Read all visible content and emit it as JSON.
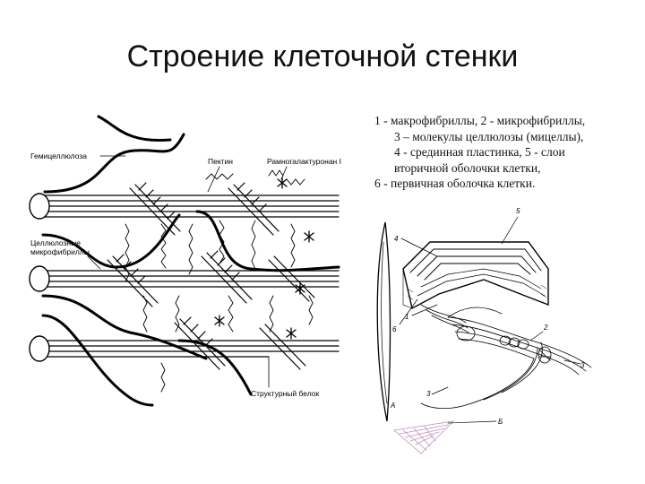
{
  "slide": {
    "title": "Строение клеточной стенки"
  },
  "caption": {
    "lines": [
      "1 - макрофибриллы, 2 - микрофибриллы,",
      "3 – молекулы целлюлозы (мицеллы),",
      "4 - срединная пластинка, 5 - слои",
      "вторичной оболочки клетки,",
      "6 - первичная оболочка клетки."
    ]
  },
  "left_diagram": {
    "labels": {
      "hemicellulose": "Гемицеллюлоза",
      "pectin": "Пектин",
      "rhamnogalacturonan": "Рамногалактуронан I",
      "cellulose_microfibrils_1": "Целлюлозные",
      "cellulose_microfibrils_2": "микрофибриллы",
      "structural_protein": "Структурный белок"
    }
  },
  "right_diagram": {
    "labels": {
      "n1": "1",
      "n2": "2",
      "n3a": "3",
      "n3b": "3",
      "n4": "4",
      "n5": "5",
      "n6": "6",
      "A": "А",
      "B": "Б"
    }
  }
}
